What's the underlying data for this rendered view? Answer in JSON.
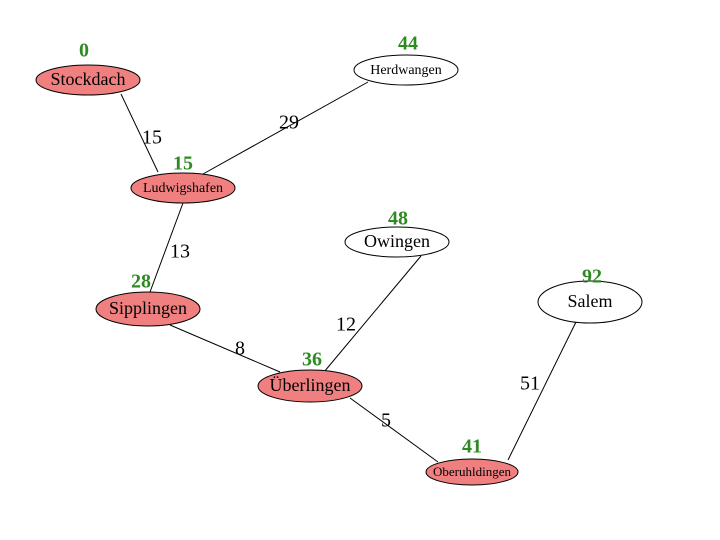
{
  "colors": {
    "visited_fill": "#f08080",
    "unvisited_fill": "#ffffff",
    "distance_text": "#2e8b22"
  },
  "nodes": [
    {
      "id": "stockdach",
      "label": "Stockdach",
      "visited": true,
      "distance": "0"
    },
    {
      "id": "herdwangen",
      "label": "Herdwangen",
      "visited": false,
      "distance": "44"
    },
    {
      "id": "ludwigshafen",
      "label": "Ludwigshafen",
      "visited": true,
      "distance": "15"
    },
    {
      "id": "owingen",
      "label": "Owingen",
      "visited": false,
      "distance": "48"
    },
    {
      "id": "sipplingen",
      "label": "Sipplingen",
      "visited": true,
      "distance": "28"
    },
    {
      "id": "salem",
      "label": "Salem",
      "visited": false,
      "distance": "92"
    },
    {
      "id": "ueberlingen",
      "label": "Überlingen",
      "visited": true,
      "distance": "36"
    },
    {
      "id": "oberuhldingen",
      "label": "Oberuhldingen",
      "visited": true,
      "distance": "41"
    }
  ],
  "edges": [
    {
      "from": "stockdach",
      "to": "ludwigshafen",
      "weight": "15"
    },
    {
      "from": "herdwangen",
      "to": "ludwigshafen",
      "weight": "29"
    },
    {
      "from": "ludwigshafen",
      "to": "sipplingen",
      "weight": "13"
    },
    {
      "from": "sipplingen",
      "to": "ueberlingen",
      "weight": "8"
    },
    {
      "from": "owingen",
      "to": "ueberlingen",
      "weight": "12"
    },
    {
      "from": "ueberlingen",
      "to": "oberuhldingen",
      "weight": "5"
    },
    {
      "from": "salem",
      "to": "oberuhldingen",
      "weight": "51"
    }
  ]
}
